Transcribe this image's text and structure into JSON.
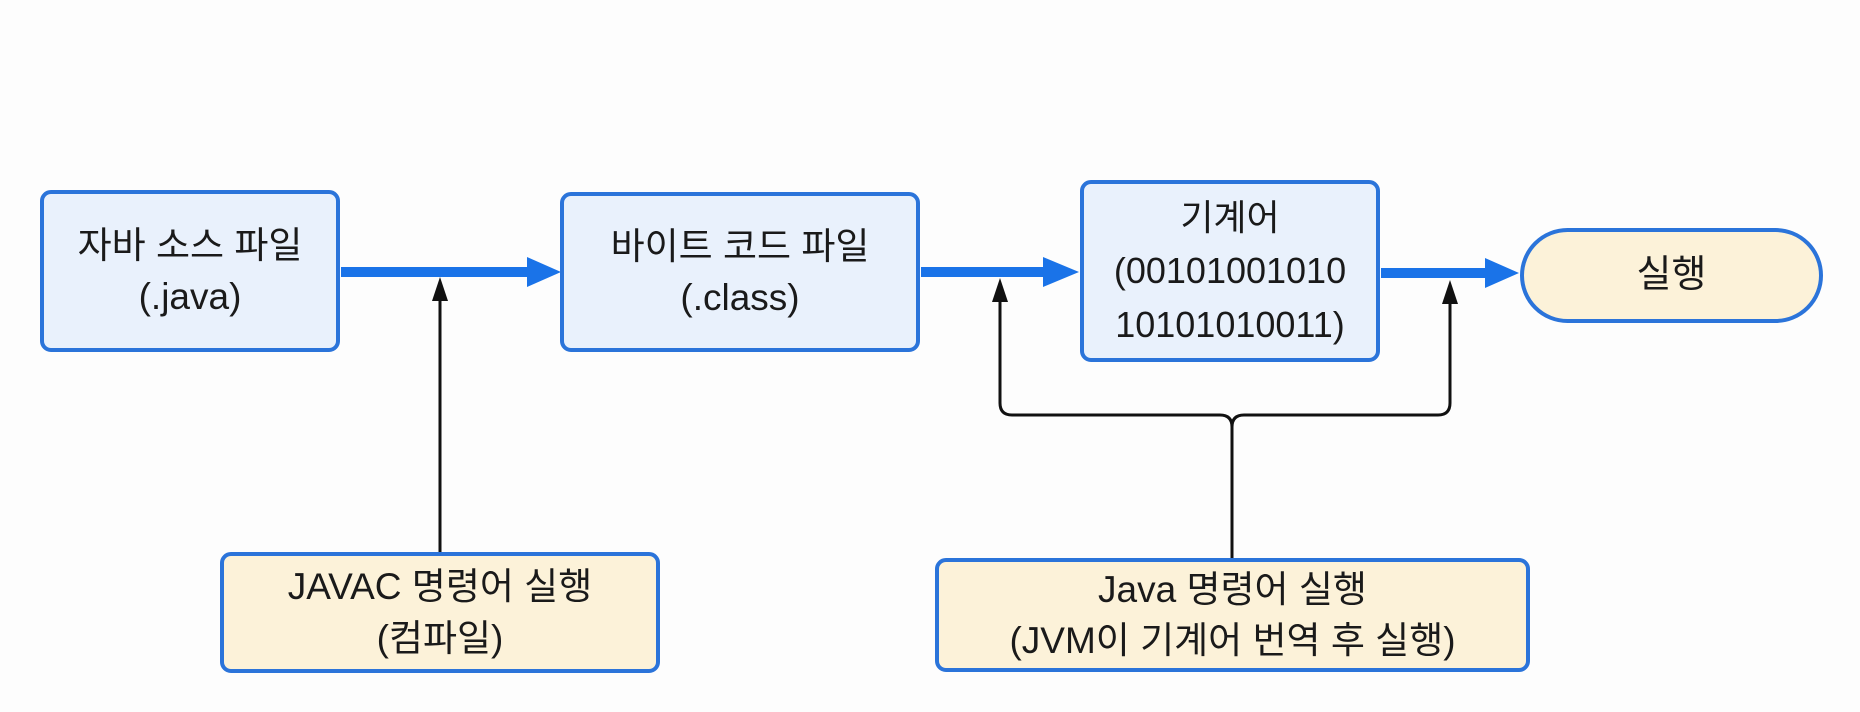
{
  "diagram": {
    "type": "flowchart",
    "language": "ko",
    "nodes": {
      "source": {
        "line1": "자바 소스 파일",
        "line2": "(.java)"
      },
      "bytecode": {
        "line1": "바이트 코드 파일",
        "line2": "(.class)"
      },
      "machine": {
        "line1": "기계어",
        "line2": "(00101001010",
        "line3": "10101010011)"
      },
      "run": {
        "line1": "실행"
      },
      "javac": {
        "line1": "JAVAC 명령어 실행",
        "line2": "(컴파일)"
      },
      "java": {
        "line1": "Java 명령어 실행",
        "line2": "(JVM이 기계어 번역 후 실행)"
      }
    },
    "colors": {
      "node_fill_blue": "#e9f1fc",
      "node_fill_cream": "#fcf2d9",
      "node_border_blue": "#2b74da",
      "arrow_blue": "#1a73e8",
      "connector_black": "#111111",
      "text": "#1a1a1a",
      "background": "#fdfdfd"
    }
  }
}
